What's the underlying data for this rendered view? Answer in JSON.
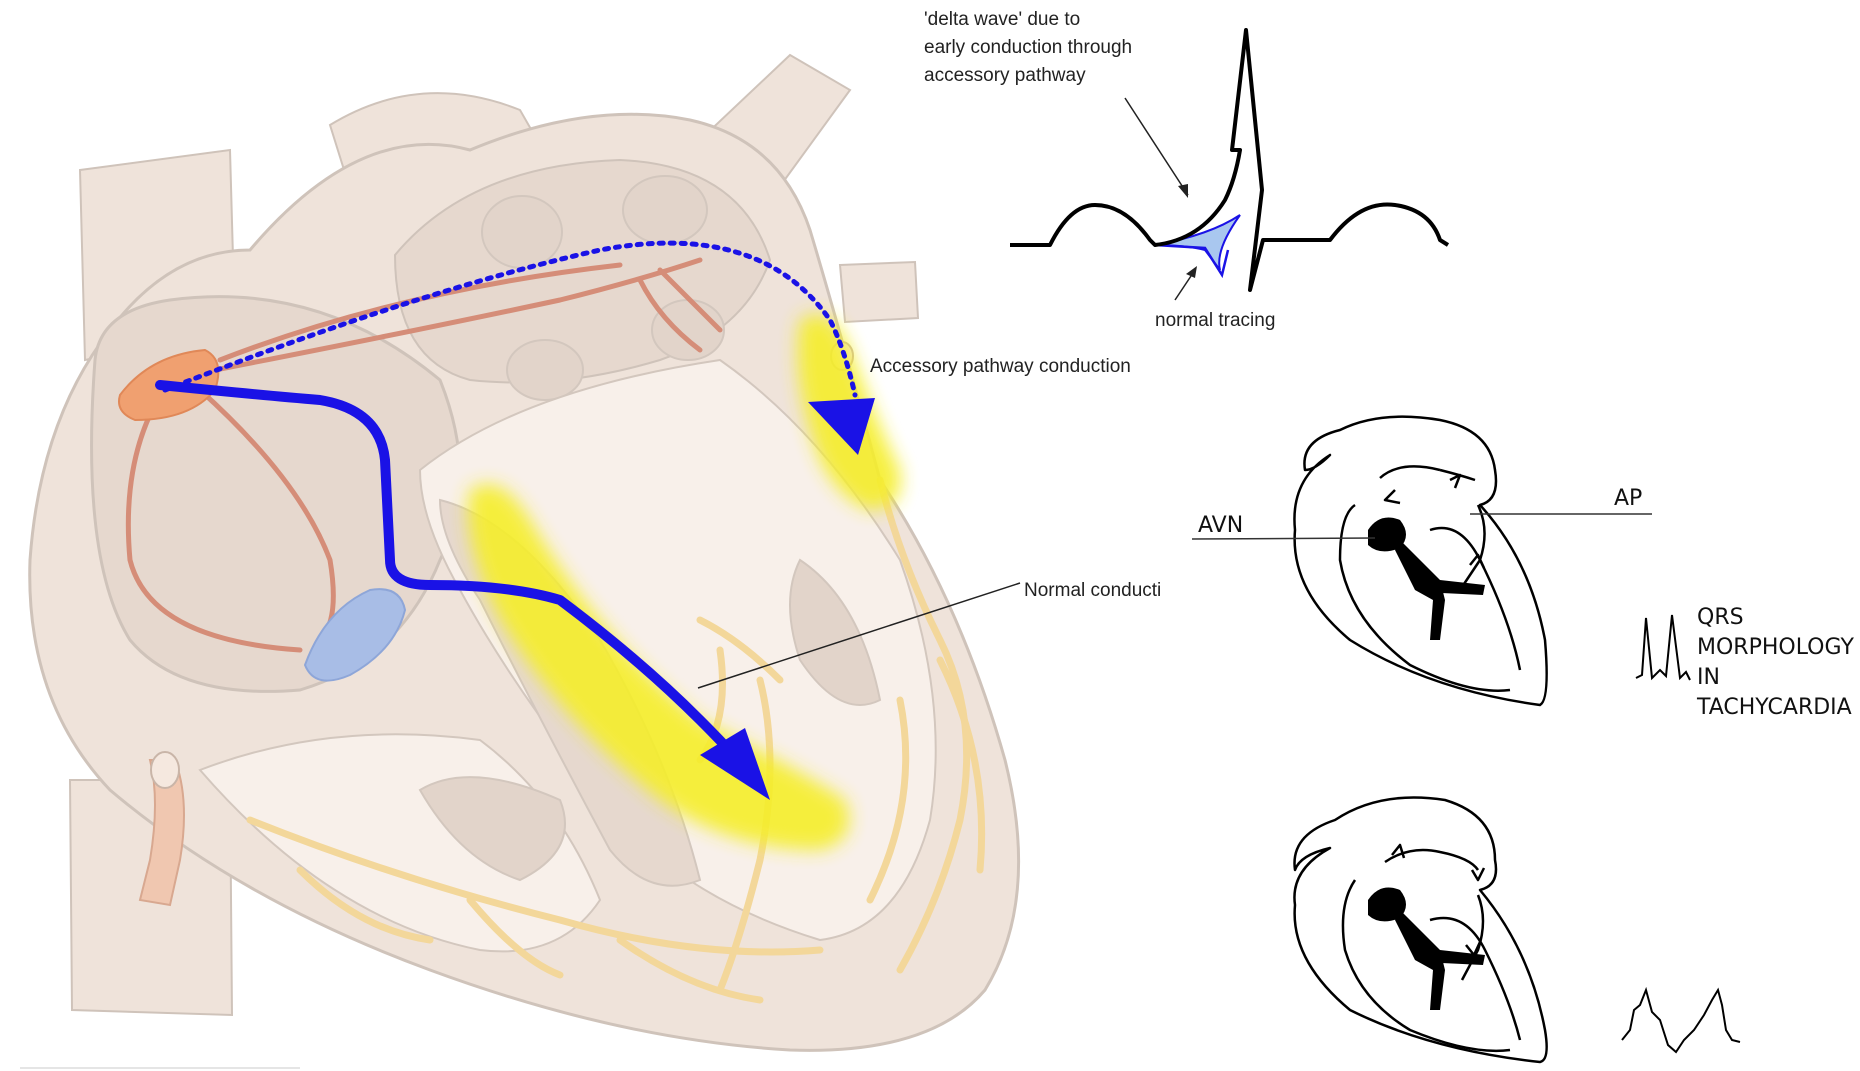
{
  "labels": {
    "delta_wave": [
      "'delta wave' due to",
      "early conduction through",
      "accessory pathway"
    ],
    "normal_tracing": "normal tracing",
    "accessory_pathway_conduction": "Accessory pathway conduction",
    "normal_conduction": "Normal conducti",
    "avn": "AVN",
    "ap": "AP",
    "qrs_morphology": [
      "QRS",
      "MORPHOLOGY",
      "IN",
      "TACHYCARDIA"
    ]
  },
  "colors": {
    "heart_fill": "#efe3da",
    "heart_stroke": "#cfc3ba",
    "chamber_fill": "#e6d8ce",
    "inner_fill": "#f8f0ea",
    "conduction_path": "#1a12e6",
    "highlight": "#f5ee2a",
    "sa_node": "#f0a070",
    "av_node": "#a8bde6",
    "purkinje": "#f3d79a",
    "internodal": "#d58d78",
    "delta_fill": "#a9c7ef",
    "ecg_line": "#000000"
  },
  "icons": {
    "dotted_arrow": "accessory-pathway-arrow",
    "solid_arrow": "normal-pathway-arrow"
  }
}
